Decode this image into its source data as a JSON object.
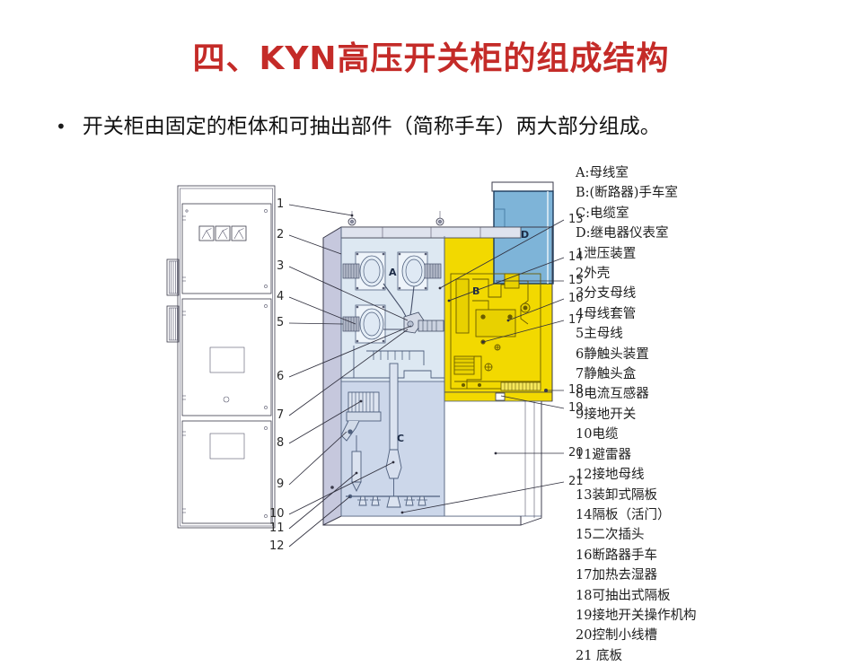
{
  "slide": {
    "title": "四、KYN高压开关柜的组成结构",
    "title_color": "#c42b28",
    "bullet_marker": "•",
    "bullet_text": "开关柜由固定的柜体和可抽出部件（简称手车）两大部分组成。"
  },
  "legend": {
    "items": [
      "A:母线室",
      "B:(断路器)手车室",
      "C:电缆室",
      "D:继电器仪表室",
      "1泄压装置",
      "2外壳",
      "3分支母线",
      "4母线套管",
      "5主母线",
      "6静触头装置",
      "7静触头盒",
      "8电流互感器",
      "9接地开关",
      "10电缆",
      "11避雷器",
      "12接地母线",
      "13装卸式隔板",
      "14隔板（活门）",
      "15二次插头",
      "16断路器手车",
      "17加热去湿器",
      "18可抽出式隔板",
      "19接地开关操作机构",
      "20控制小线槽",
      "21 底板"
    ]
  },
  "diagram": {
    "compartment_labels": {
      "A": "A",
      "B": "B",
      "C": "C",
      "D": "D"
    },
    "callouts_left": [
      "1",
      "2",
      "3",
      "4",
      "5",
      "6",
      "7",
      "8",
      "9",
      "10",
      "11",
      "12"
    ],
    "callouts_right": [
      "13",
      "14",
      "15",
      "16",
      "17",
      "18",
      "19",
      "20",
      "21"
    ],
    "colors": {
      "busbar_compartment": "#dde8f2",
      "breaker_compartment": "#f2d900",
      "cable_compartment": "#ccd7ea",
      "relay_panel": "#7eb4d8",
      "shell": "#c6c8dd",
      "outline": "#3a3a4a",
      "background": "#ffffff"
    }
  }
}
